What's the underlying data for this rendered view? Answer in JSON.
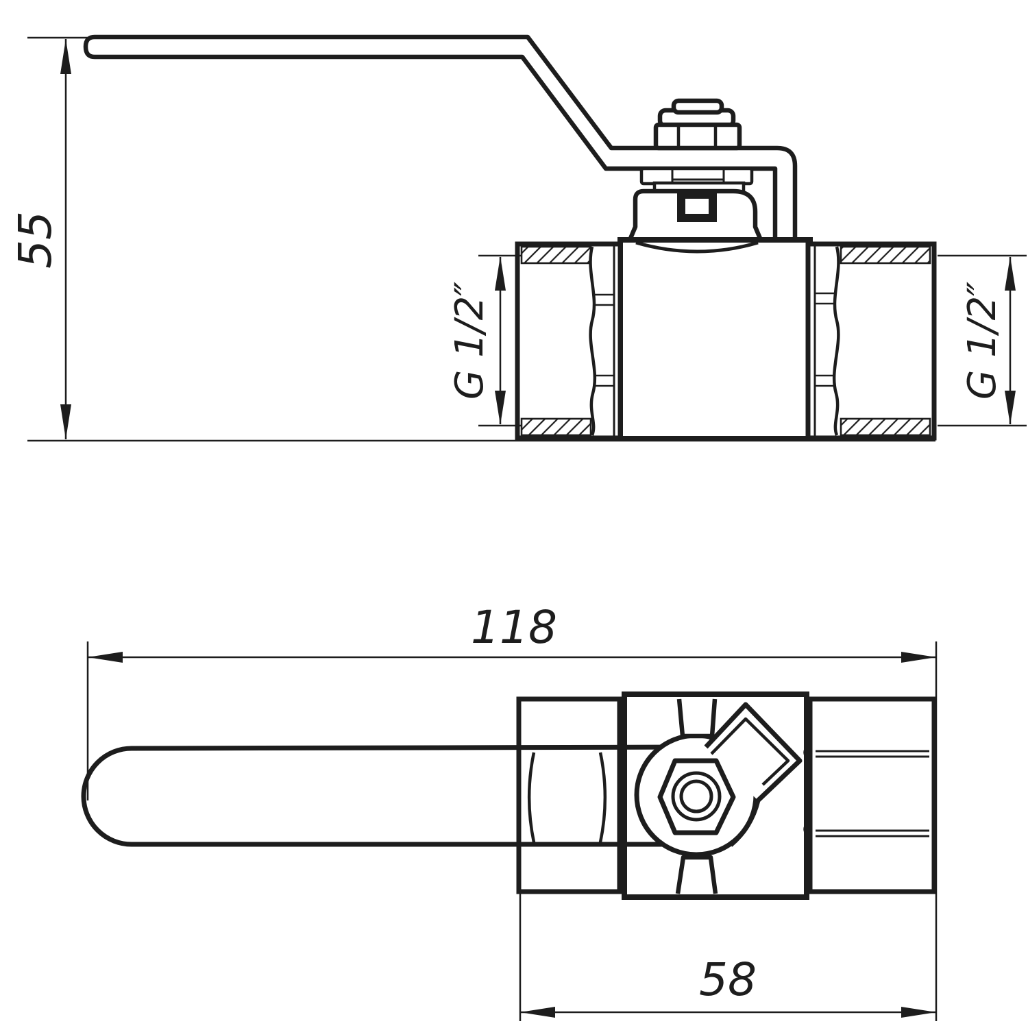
{
  "colors": {
    "background": "#ffffff",
    "line": "#1d1d1d"
  },
  "dims": {
    "front_height": "55",
    "front_thread_left": "G 1/2″",
    "front_thread_right": "G 1/2″",
    "top_total_length": "118",
    "top_body_length": "58"
  }
}
